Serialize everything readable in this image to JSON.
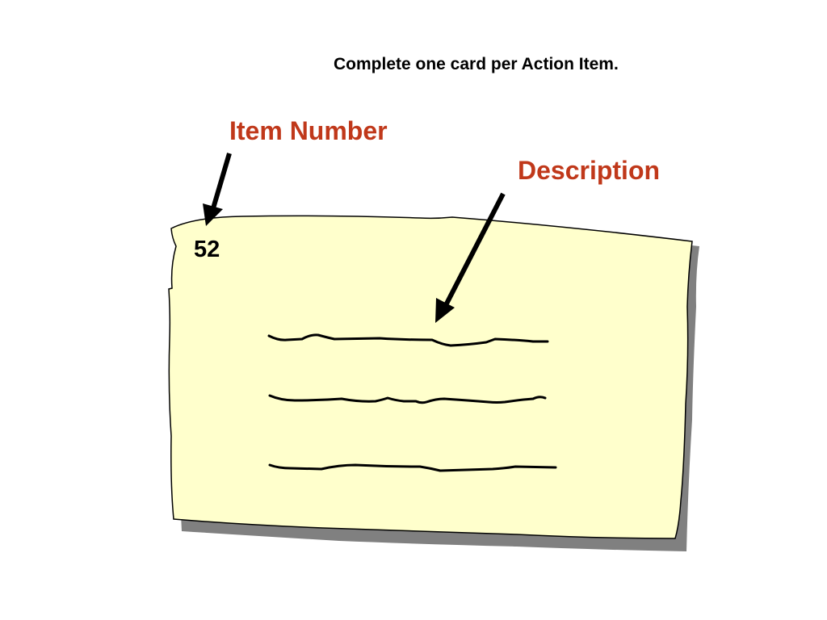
{
  "instruction": "Complete one card per Action Item.",
  "labels": {
    "item_number": "Item Number",
    "description": "Description"
  },
  "card": {
    "number": "52",
    "fill_color": "#ffffcc",
    "shadow_color": "#808080",
    "written_lines": 3
  },
  "colors": {
    "label": "#c0381a",
    "text": "#000000",
    "ink": "#000000"
  }
}
